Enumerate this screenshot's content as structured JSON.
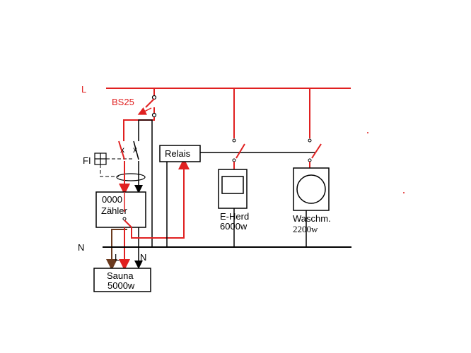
{
  "labels": {
    "phase": "L",
    "neutral": "N",
    "breaker": "BS25",
    "rcd": "FI",
    "relay": "Relais",
    "meter_line1": "0000",
    "meter_line2": "Zähler",
    "stove_name": "E-Herd",
    "stove_power": "6000w",
    "washer_name": "Waschm.",
    "washer_power": "2200w",
    "sauna_name": "Sauna",
    "sauna_power": "5000w",
    "sauna_l": "L",
    "sauna_n": "N"
  },
  "colors": {
    "phase": "#e02020",
    "neutral": "#000000",
    "earth": "#6b3a1e"
  }
}
